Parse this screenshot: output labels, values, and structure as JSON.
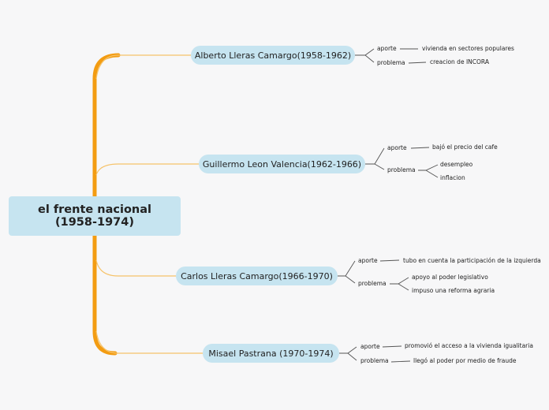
{
  "root": {
    "title": "el frente nacional (1958-1974)"
  },
  "branches": [
    {
      "title": "Alberto Lleras Camargo(1958-1962)",
      "aporte_label": "aporte",
      "aporte_values": [
        "vivienda en sectores populares"
      ],
      "problema_label": "problema",
      "problema_values": [
        "creacion de INCORA"
      ]
    },
    {
      "title": "Guillermo Leon Valencia(1962-1966)",
      "aporte_label": "aporte",
      "aporte_values": [
        "bajó el precio del cafe"
      ],
      "problema_label": "problema",
      "problema_values": [
        "desempleo",
        "inflacion"
      ]
    },
    {
      "title": "Carlos Lleras Camargo(1966-1970)",
      "aporte_label": "aporte",
      "aporte_values": [
        "tubo en cuenta la participación de la izquierda"
      ],
      "problema_label": "problema",
      "problema_values": [
        "apoyo al poder legislativo",
        "impuso una reforma agraria"
      ]
    },
    {
      "title": "Misael Pastrana (1970-1974)",
      "aporte_label": "aporte",
      "aporte_values": [
        "promovió el acceso a la vivienda igualitaria"
      ],
      "problema_label": "problema",
      "problema_values": [
        "llegó al poder por medio de fraude"
      ]
    }
  ],
  "colors": {
    "trunk": "#f39c12",
    "branch_line": "#f6c36a",
    "leaf_line": "#555555",
    "node_fill": "#c6e4f0"
  }
}
